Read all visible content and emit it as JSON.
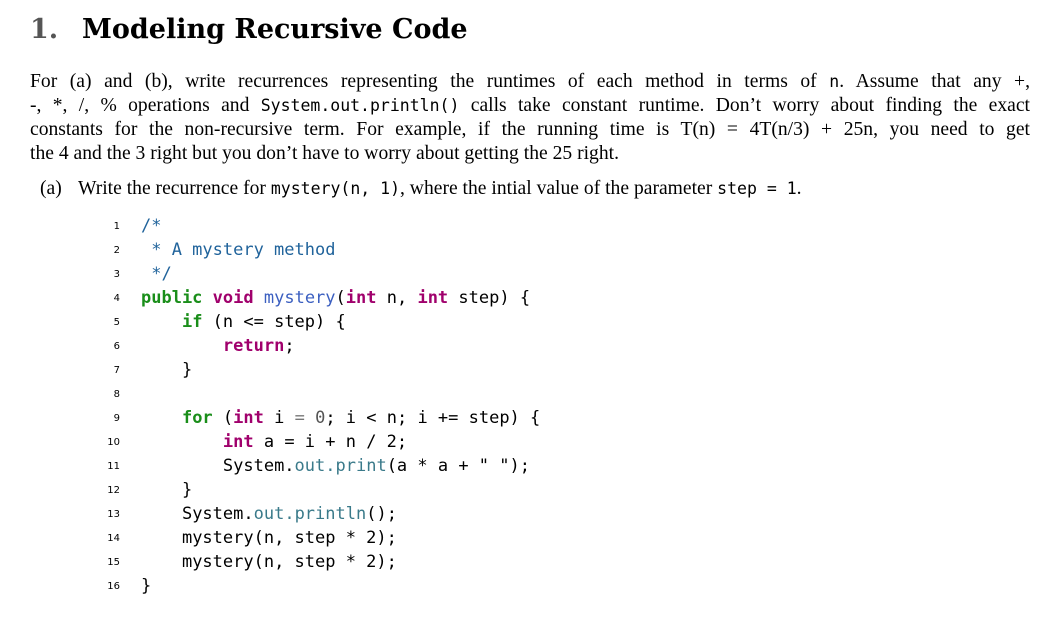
{
  "section": {
    "number": "1.",
    "title": "Modeling Recursive Code"
  },
  "intro": {
    "l1_a": "For (a) and (b), write recurrences representing the runtimes of each method in terms of ",
    "l1_code": "n",
    "l1_b": ". Assume that any +,",
    "l2_a": "-, *, /, % operations and ",
    "l2_code": "System.out.println()",
    "l2_b": " calls take constant runtime. Don’t worry about finding the exact",
    "l3": "constants for the non-recursive term. For example, if the running time is T(n) = 4T(n/3) + 25n, you need to get",
    "l4": "the 4 and the 3 right but you don’t have to worry about getting the 25 right."
  },
  "question_a": {
    "label": "(a)",
    "text_a": "Write the recurrence for ",
    "code1": "mystery(n, 1)",
    "text_b": ", where the intial value of the parameter ",
    "code2": "step = 1",
    "text_c": "."
  },
  "code_lines": [
    {
      "n": "1"
    },
    {
      "n": "2"
    },
    {
      "n": "3"
    },
    {
      "n": "4"
    },
    {
      "n": "5"
    },
    {
      "n": "6"
    },
    {
      "n": "7"
    },
    {
      "n": "8"
    },
    {
      "n": "9"
    },
    {
      "n": "10"
    },
    {
      "n": "11"
    },
    {
      "n": "12"
    },
    {
      "n": "13"
    },
    {
      "n": "14"
    },
    {
      "n": "15"
    },
    {
      "n": "16"
    }
  ],
  "code": {
    "c1": "/*",
    "c2": " * A mystery method",
    "c3": " */",
    "public": "public",
    "void": "void",
    "fname": "mystery",
    "params_open": "(",
    "int": "int",
    "p1": " n, ",
    "p2": " step) {",
    "if": "if",
    "cond": " (n <= step) {",
    "return": "return",
    "semi": ";",
    "close": "}",
    "for": "for",
    "for_open": " (",
    "for_mid": " i ",
    "eq": "=",
    "zero": " 0",
    "for_rest": "; i < n; i += step) {",
    "int_a": " a = i + n / 2;",
    "sys": "System.",
    "out": "out",
    "print": ".print",
    "print_args": "(a * a + \" \");",
    "println": ".println",
    "println_args": "();",
    "rec": "mystery(n, step * 2);"
  }
}
